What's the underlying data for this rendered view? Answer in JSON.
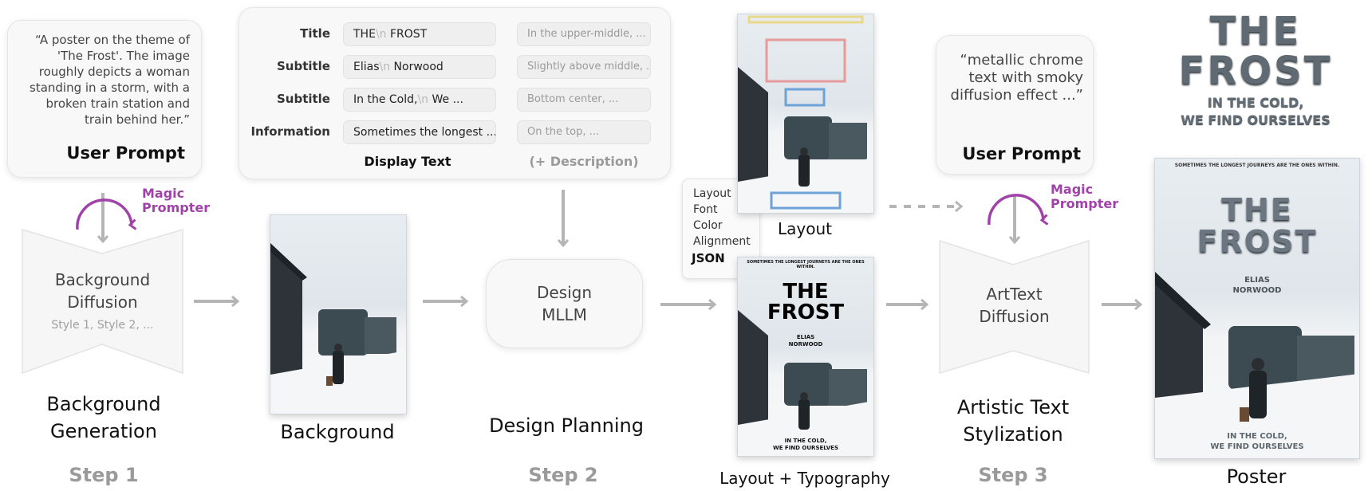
{
  "step1": {
    "prompt_text": "“A poster on the theme of 'The Frost'. The image roughly depicts a woman standing in a storm, with a broken train station and train behind her.”",
    "prompt_label": "User Prompt",
    "magic_prompter": [
      "Magic",
      "Prompter"
    ],
    "diffusion_title": [
      "Background",
      "Diffusion"
    ],
    "diffusion_styles": "Style 1, Style 2, ...",
    "stage_label": [
      "Background",
      "Generation"
    ],
    "step_label": "Step 1",
    "background_label": "Background"
  },
  "display_text": {
    "rows": [
      {
        "label": "Title",
        "text_a": "THE",
        "nl": "\\n",
        "text_b": " FROST",
        "desc": "In the upper-middle, ..."
      },
      {
        "label": "Subtitle",
        "text_a": "Elias",
        "nl": "\\n",
        "text_b": " Norwood",
        "desc": "Slightly above middle, ..."
      },
      {
        "label": "Subtitle",
        "text_a": "In the Cold,",
        "nl": "\\n",
        "text_b": " We ...",
        "desc": "Bottom center, ..."
      },
      {
        "label": "Information",
        "text_a": "Sometimes the longest ...",
        "nl": "",
        "text_b": "",
        "desc": "On the top, ..."
      }
    ],
    "col_display": "Display Text",
    "col_desc": "(+ Description)"
  },
  "step2": {
    "mllm_title": [
      "Design",
      "MLLM"
    ],
    "stage_label": "Design Planning",
    "step_label": "Step 2"
  },
  "json_card": {
    "items": [
      "Layout",
      "Font",
      "Color",
      "Alignment"
    ],
    "label": "JSON"
  },
  "layout": {
    "label": "Layout",
    "typo_label": "Layout + Typography",
    "poster_info": "SOMETIMES THE LONGEST JOURNEYS ARE THE ONES WITHIN.",
    "poster_title": [
      "THE",
      "FROST"
    ],
    "poster_author": [
      "ELIAS",
      "NORWOOD"
    ],
    "poster_tagline": [
      "IN THE COLD,",
      "WE FIND OURSELVES"
    ]
  },
  "step3": {
    "prompt_text": "“metallic chrome text with smoky diffusion effect ...”",
    "prompt_label": "User Prompt",
    "magic_prompter": [
      "Magic",
      "Prompter"
    ],
    "diffusion_title": [
      "ArtText",
      "Diffusion"
    ],
    "stage_label": [
      "Artistic Text",
      "Stylization"
    ],
    "step_label": "Step 3"
  },
  "poster": {
    "top_title": [
      "THE",
      "FROST"
    ],
    "top_tagline": [
      "IN THE COLD,",
      "WE FIND OURSELVES"
    ],
    "info": "SOMETIMES THE LONGEST JOURNEYS ARE THE ONES WITHIN.",
    "title": [
      "THE",
      "FROST"
    ],
    "author": [
      "ELIAS",
      "NORWOOD"
    ],
    "tagline": [
      "IN THE COLD,",
      "WE FIND OURSELVES"
    ],
    "label": "Poster"
  },
  "colors": {
    "accent": "#a043a8",
    "arrow": "#b5b5b5",
    "step": "#9a9a9a",
    "layout_yellow": "#e8d98a",
    "layout_red": "#e79a9a",
    "layout_blue": "#6ea3d8"
  }
}
